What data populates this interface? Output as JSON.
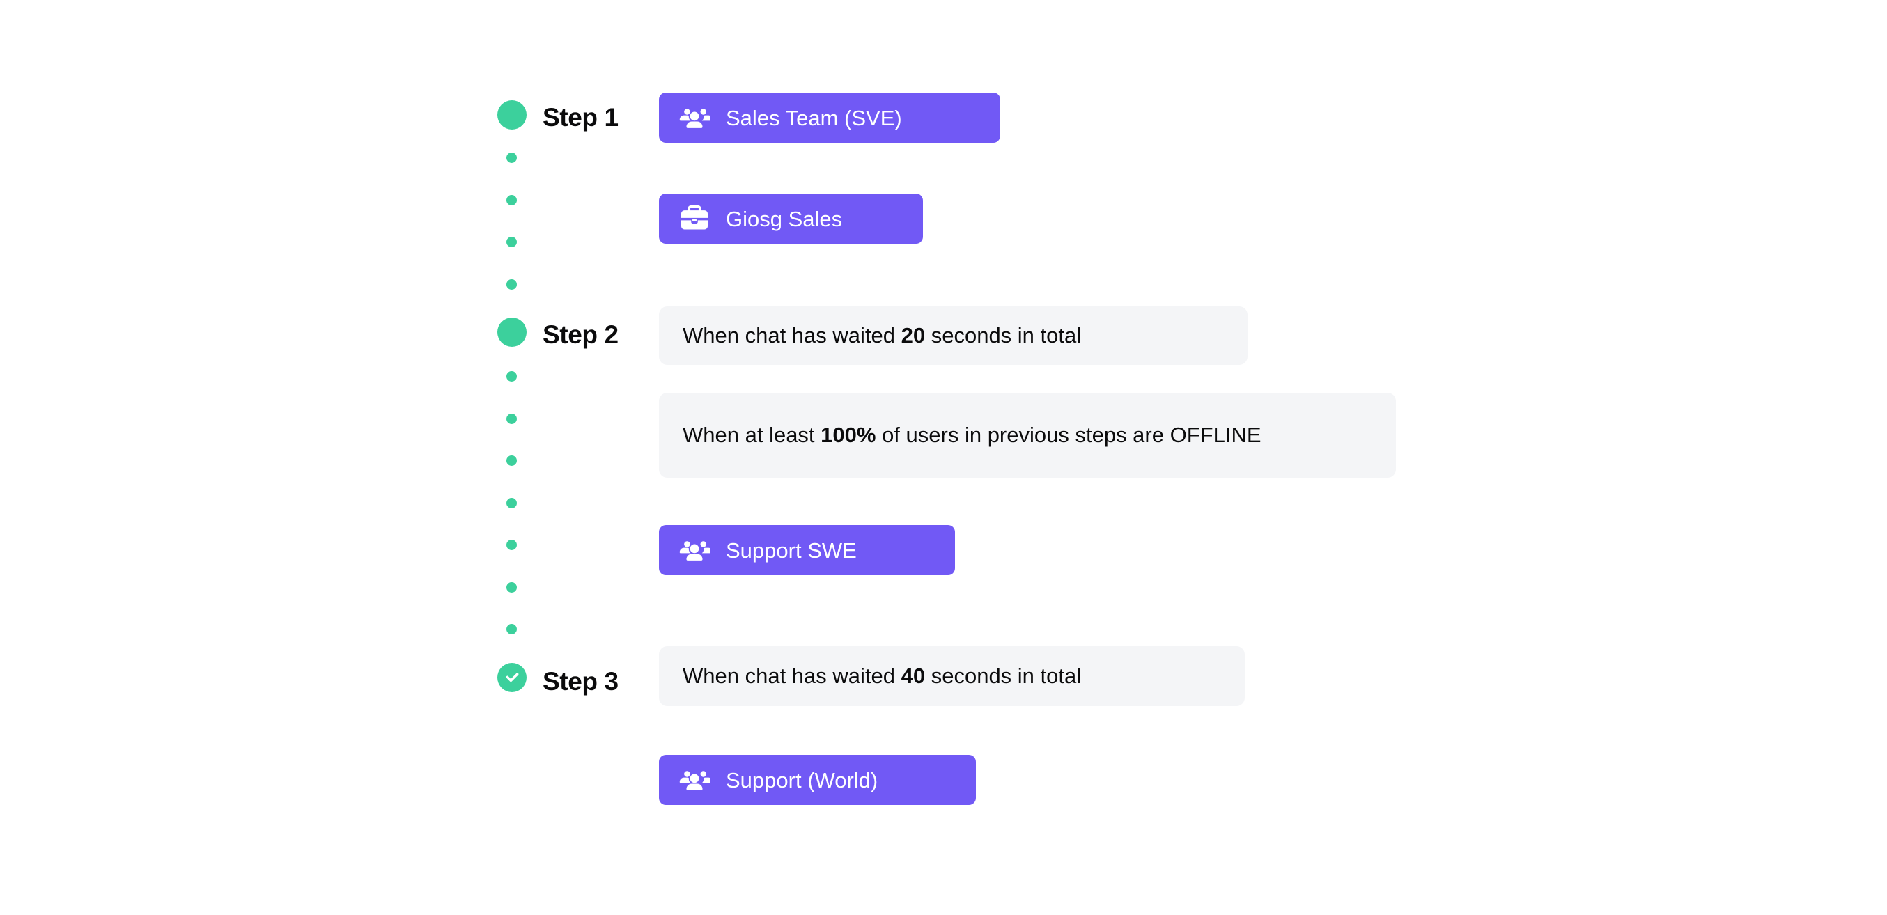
{
  "flow": {
    "name": "chat-routing-steps",
    "colors": {
      "accent_green": "#3cd09c",
      "accent_purple": "#7159f5",
      "card_grey": "#f4f5f7",
      "text_dark": "#0b0b0c",
      "text_on_purple": "#ffffff"
    },
    "steps": [
      {
        "label": "Step 1",
        "node_icon": "filled-circle-icon",
        "node_state": "pending",
        "dots_after": 4,
        "targets": [
          {
            "label": "Sales Team (SVE)",
            "icon": "users-group-icon"
          },
          {
            "label": "Giosg Sales",
            "icon": "briefcase-icon"
          }
        ],
        "conditions": []
      },
      {
        "label": "Step 2",
        "node_icon": "filled-circle-icon",
        "node_state": "pending",
        "dots_after": 7,
        "conditions": [
          {
            "parts": [
              {
                "text": "When chat has waited ",
                "bold": false
              },
              {
                "text": "20",
                "bold": true
              },
              {
                "text": " seconds in total",
                "bold": false
              }
            ],
            "plain": "When chat has waited 20 seconds in total"
          },
          {
            "parts": [
              {
                "text": "When at least ",
                "bold": false
              },
              {
                "text": "100%",
                "bold": true
              },
              {
                "text": " of users in previous steps are OFFLINE",
                "bold": false
              }
            ],
            "plain": "When at least 100% of users in previous steps are OFFLINE"
          }
        ],
        "targets": [
          {
            "label": "Support SWE",
            "icon": "users-group-icon"
          }
        ]
      },
      {
        "label": "Step 3",
        "node_icon": "check-circle-icon",
        "node_state": "complete",
        "dots_after": 0,
        "conditions": [
          {
            "parts": [
              {
                "text": "When chat has waited ",
                "bold": false
              },
              {
                "text": "40",
                "bold": true
              },
              {
                "text": " seconds in total",
                "bold": false
              }
            ],
            "plain": "When chat has waited 40 seconds in total"
          }
        ],
        "targets": [
          {
            "label": "Support (World)",
            "icon": "users-group-icon"
          }
        ]
      }
    ],
    "labels": {
      "step1": "Step 1",
      "step2": "Step 2",
      "step3": "Step 3",
      "target_sales_team": "Sales Team (SVE)",
      "target_giosg_sales": "Giosg Sales",
      "target_support_swe": "Support SWE",
      "target_support_world": "Support (World)"
    },
    "condition_text": {
      "step2_wait_pre": "When chat has waited ",
      "step2_wait_value": "20",
      "step2_wait_post": " seconds in total",
      "step2_offline_pre": "When at least ",
      "step2_offline_value": "100%",
      "step2_offline_post": " of users in previous steps are OFFLINE",
      "step3_wait_pre": "When chat has waited ",
      "step3_wait_value": "40",
      "step3_wait_post": " seconds in total"
    }
  }
}
